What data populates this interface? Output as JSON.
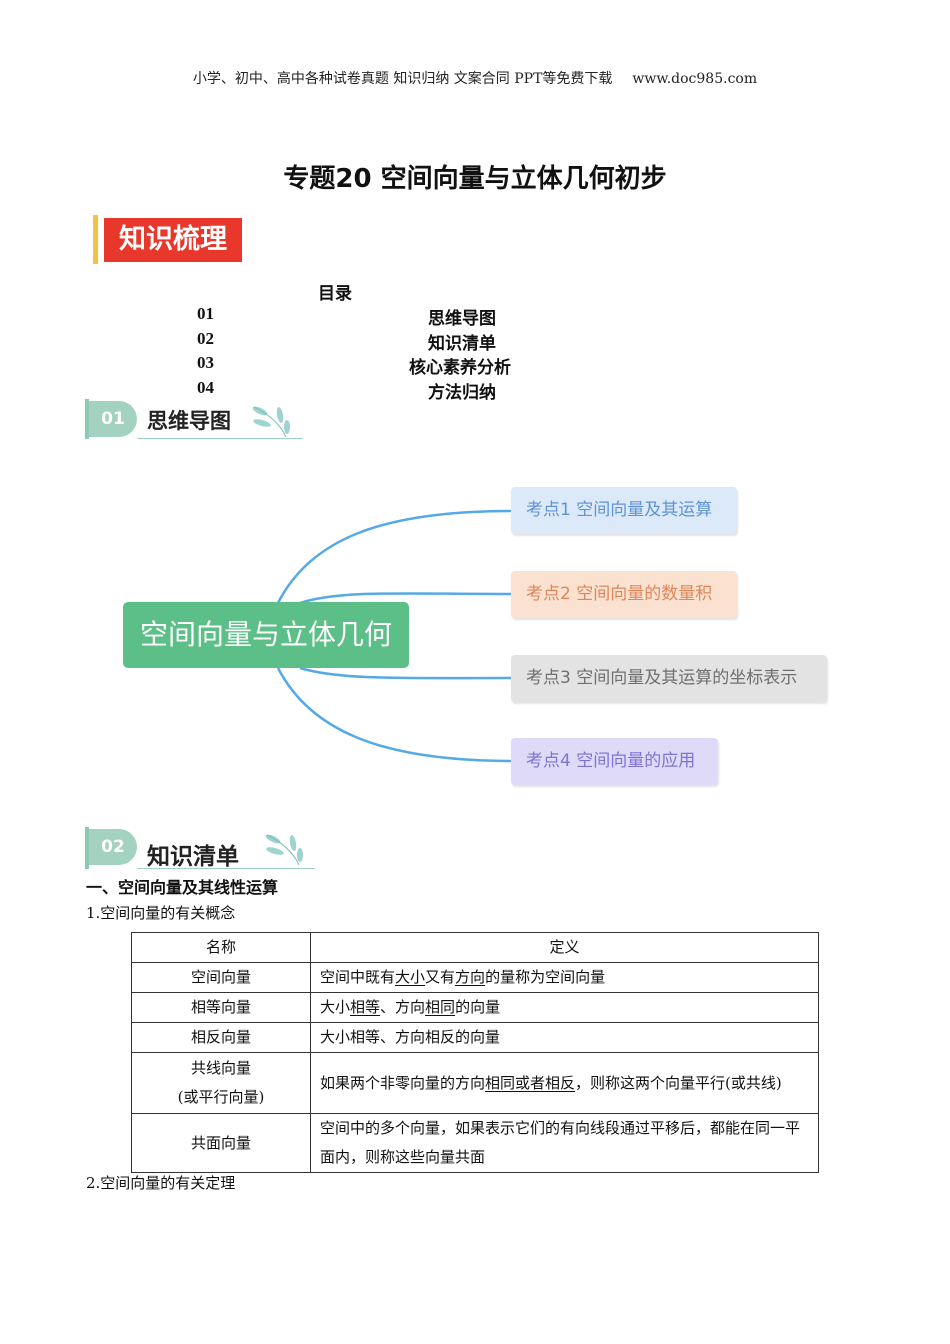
{
  "header": {
    "left": "小学、初中、高中各种试卷真题  知识归纳  文案合同  PPT等免费下载",
    "right": "www.doc985.com"
  },
  "title": "专题20 空间向量与立体几何初步",
  "banner": "知识梳理",
  "toc": {
    "heading": "目录",
    "items": [
      {
        "num": "01",
        "label": "思维导图"
      },
      {
        "num": "02",
        "label": "知识清单"
      },
      {
        "num": "03",
        "label": "核心素养分析"
      },
      {
        "num": "04",
        "label": "方法归纳"
      }
    ]
  },
  "sections": [
    {
      "num": "01",
      "label": "思维导图"
    },
    {
      "num": "02",
      "label": "知识清单"
    }
  ],
  "mindmap": {
    "root": "空间向量与立体几何",
    "nodes": [
      "考点1 空间向量及其运算",
      "考点2 空间向量的数量积",
      "考点3 空间向量及其运算的坐标表示",
      "考点4 空间向量的应用"
    ],
    "colors": {
      "root": "#5dbf88",
      "line": "#55a9e6",
      "n1": "#dbe9f8",
      "n2": "#fbe1cf",
      "n3": "#e3e3e3",
      "n4": "#dedaf7"
    }
  },
  "knowledge": {
    "heading": "一、空间向量及其线性运算",
    "sub1": "1.空间向量的有关概念",
    "sub2": "2.空间向量的有关定理",
    "table": {
      "headers": [
        "名称",
        "定义"
      ],
      "rows": [
        {
          "name": "空间向量",
          "def": [
            "空间中既有",
            "大小",
            "又有",
            "方向",
            "的量称为空间向量"
          ]
        },
        {
          "name": "相等向量",
          "def": [
            "大小",
            "相等",
            "、方向",
            "相同",
            "的向量"
          ]
        },
        {
          "name": "相反向量",
          "def": [
            "大小相等、方向相反的向量"
          ]
        },
        {
          "name": [
            "共线向量",
            "(或平行向量)"
          ],
          "def": [
            "如果两个非零向量的方向",
            "相同或者相反",
            "，则称这两个向量平行(或共线)"
          ]
        },
        {
          "name": "共面向量",
          "def": [
            "空间中的多个向量，如果表示它们的有向线段通过平移后，都能在同一平面内，则称这些向量共面"
          ]
        }
      ]
    }
  }
}
